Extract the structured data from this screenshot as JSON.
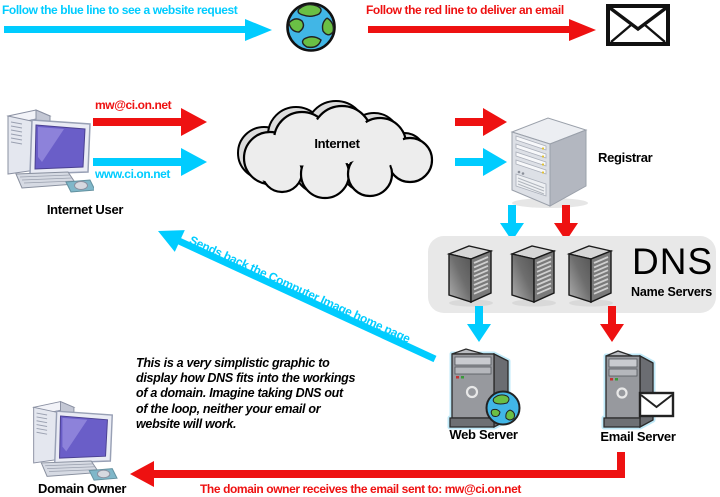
{
  "colors": {
    "blue": "#00CCFF",
    "red": "#EE1111"
  },
  "legend": {
    "blue_line": "Follow the blue line to see a website request",
    "red_line": "Follow the red line to deliver an email"
  },
  "flows": {
    "email_address": "mw@ci.on.net",
    "web_address": "www.ci.on.net",
    "send_back": "Sends back the Computer Image home page",
    "delivery": "The domain owner receives the email sent to: mw@ci.on.net"
  },
  "nodes": {
    "internet_user": "Internet User",
    "cloud": "Internet",
    "registrar": "Registrar",
    "dns_title": "DNS",
    "dns_subtitle": "Name Servers",
    "web_server": "Web Server",
    "email_server": "Email Server",
    "domain_owner": "Domain Owner"
  },
  "note": "This is a very simplistic graphic to\ndisplay how DNS fits into the workings\nof a domain. Imagine taking DNS out\nof the loop, neither your email or\nwebsite will work."
}
